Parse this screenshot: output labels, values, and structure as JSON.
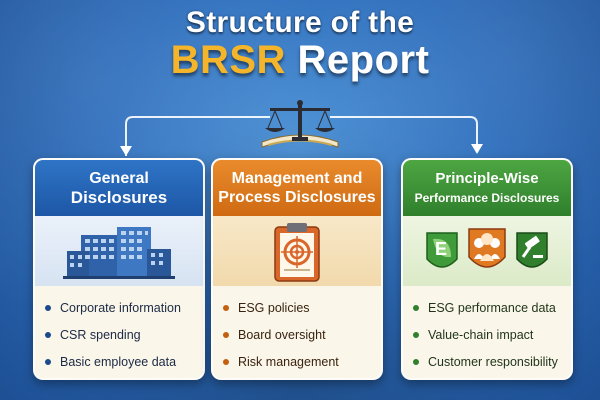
{
  "title": {
    "line1": "Structure of the",
    "line2_highlight": "BRSR",
    "line2_rest": "Report"
  },
  "colors": {
    "background": "#2f6fbd",
    "title_accent": "#f5b52a",
    "general_header": "#1d57a6",
    "management_header": "#cf6a12",
    "principle_header": "#2f7f2c"
  },
  "sections": [
    {
      "header_line1": "General",
      "header_line2": "Disclosures",
      "icon": "office-buildings-icon",
      "items": [
        "Corporate information",
        "CSR spending",
        "Basic employee data"
      ]
    },
    {
      "header_line1": "Management and",
      "header_line2": "Process Disclosures",
      "icon": "clipboard-target-icon",
      "items": [
        "ESG policies",
        "Board oversight",
        "Risk management"
      ]
    },
    {
      "header_line1": "Principle-Wise",
      "header_line2": "Performance Disclosures",
      "icon": "esg-shields-icon",
      "items": [
        "ESG performance data",
        "Value-chain impact",
        "Customer responsibility"
      ]
    }
  ]
}
